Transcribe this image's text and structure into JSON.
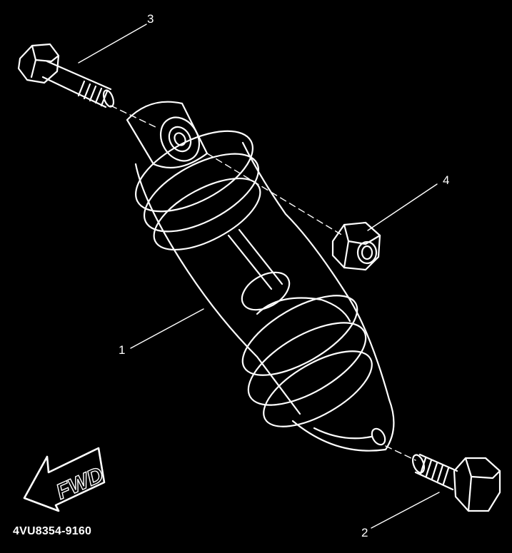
{
  "callouts": [
    {
      "number": "1",
      "part": "shock-absorber-assembly"
    },
    {
      "number": "2",
      "part": "lower-bolt"
    },
    {
      "number": "3",
      "part": "upper-bolt"
    },
    {
      "number": "4",
      "part": "nut"
    }
  ],
  "fwd_label": "FWD",
  "part_code": "4VU8354-9160",
  "colors": {
    "background": "#000000",
    "line": "#ffffff"
  }
}
